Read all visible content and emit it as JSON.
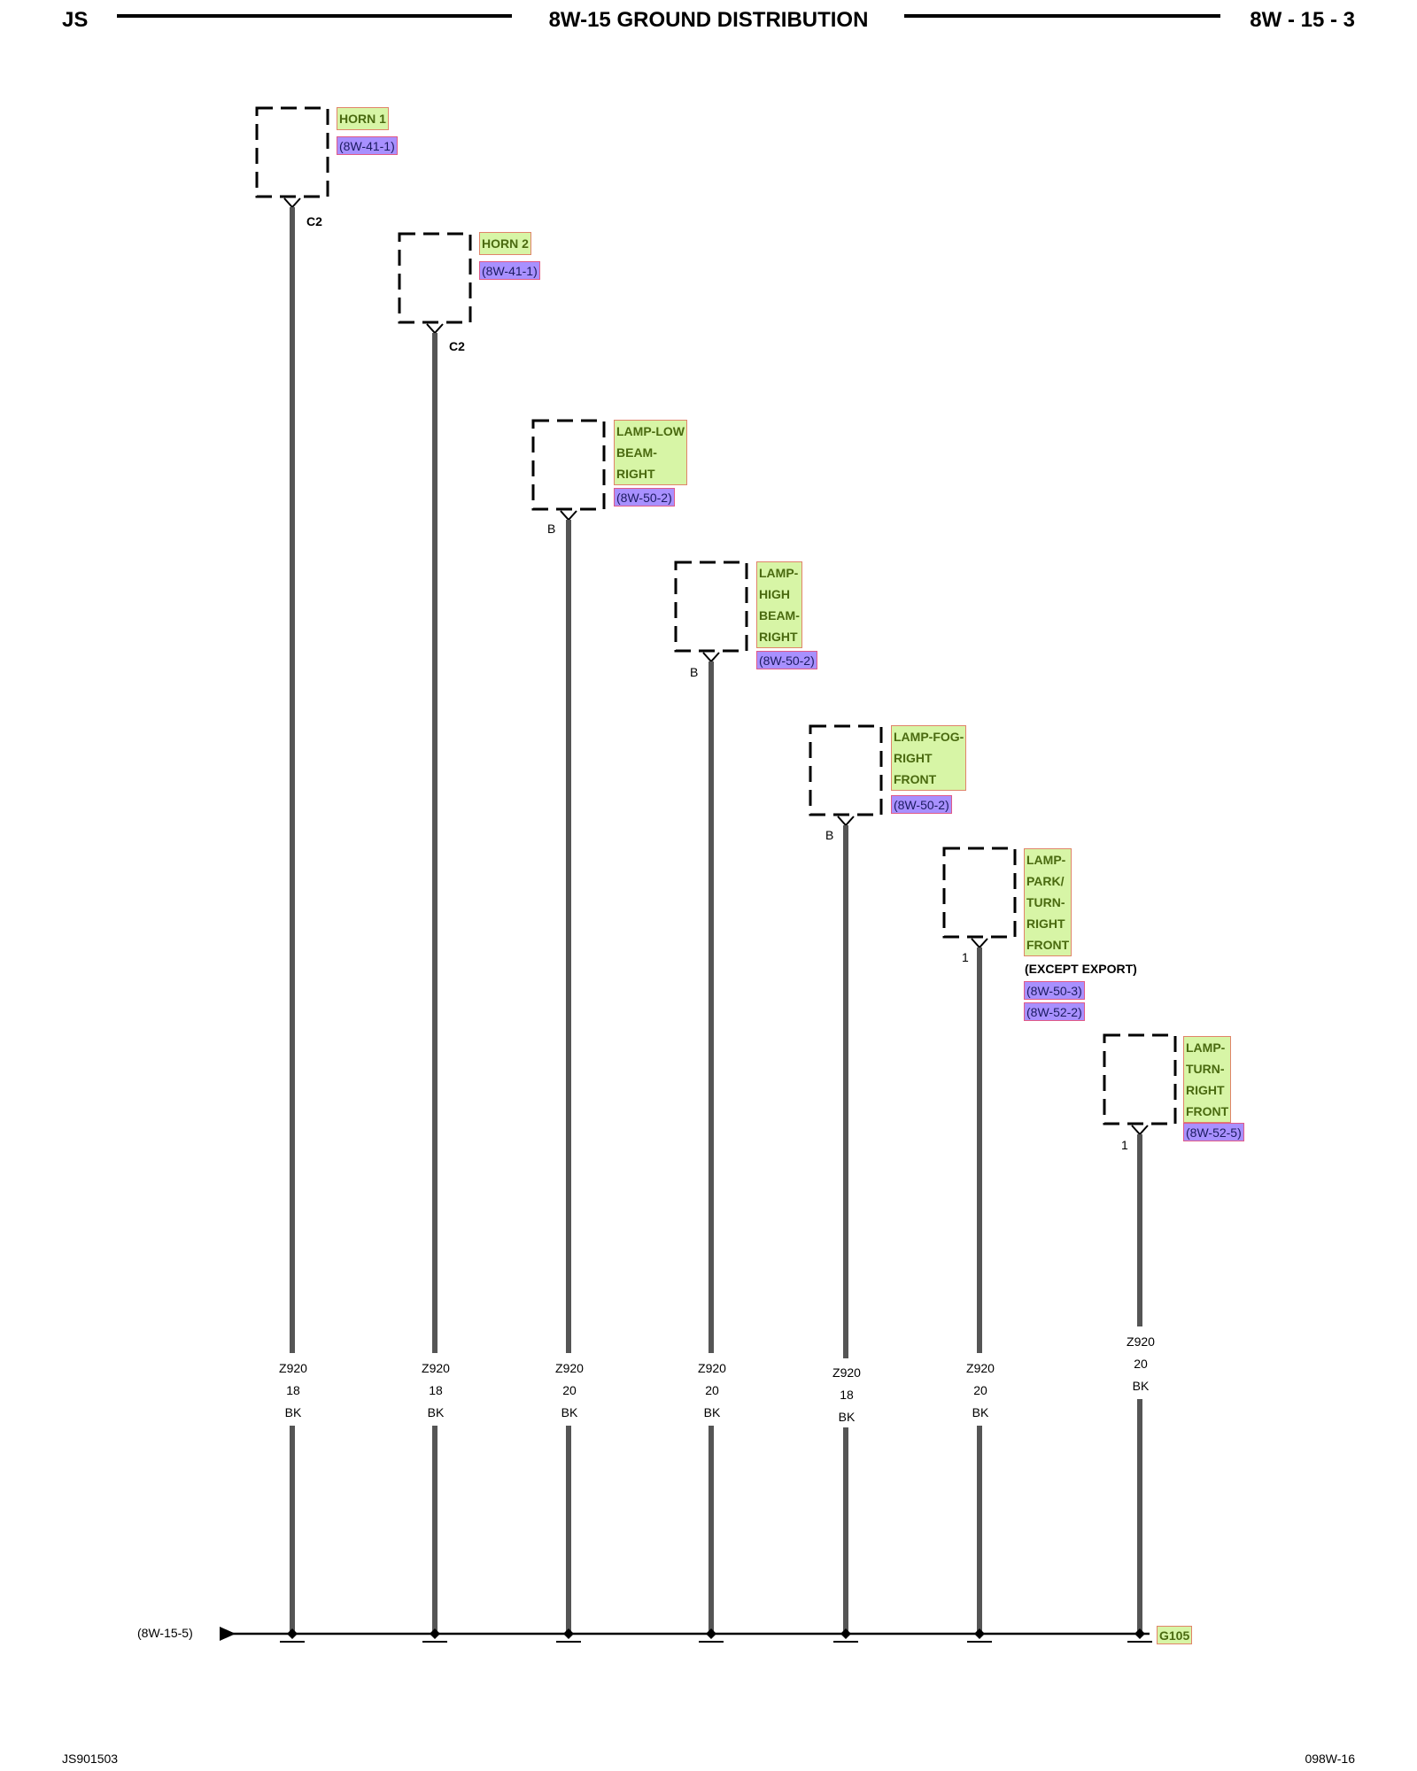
{
  "header": {
    "left": "JS",
    "title": "8W-15 GROUND DISTRIBUTION",
    "right": "8W - 15 - 3"
  },
  "branches": [
    {
      "component": "HORN 1",
      "refs": [
        "(8W-41-1)"
      ],
      "pin": "C2",
      "wire": {
        "circuit": "Z920",
        "gauge": "18",
        "color": "BK"
      }
    },
    {
      "component": "HORN 2",
      "refs": [
        "(8W-41-1)"
      ],
      "pin": "C2",
      "wire": {
        "circuit": "Z920",
        "gauge": "18",
        "color": "BK"
      }
    },
    {
      "component": "LAMP-LOW\nBEAM-\nRIGHT",
      "refs": [
        "(8W-50-2)"
      ],
      "pin": "B",
      "wire": {
        "circuit": "Z920",
        "gauge": "20",
        "color": "BK"
      }
    },
    {
      "component": "LAMP-\nHIGH\nBEAM-\nRIGHT",
      "refs": [
        "(8W-50-2)"
      ],
      "pin": "B",
      "wire": {
        "circuit": "Z920",
        "gauge": "20",
        "color": "BK"
      }
    },
    {
      "component": "LAMP-FOG-\nRIGHT\nFRONT",
      "refs": [
        "(8W-50-2)"
      ],
      "pin": "B",
      "wire": {
        "circuit": "Z920",
        "gauge": "18",
        "color": "BK"
      }
    },
    {
      "component": "LAMP-\nPARK/\nTURN-\nRIGHT\nFRONT",
      "note": "(EXCEPT EXPORT)",
      "refs": [
        "(8W-50-3)",
        "(8W-52-2)"
      ],
      "pin": "1",
      "wire": {
        "circuit": "Z920",
        "gauge": "20",
        "color": "BK"
      }
    },
    {
      "component": "LAMP-\nTURN-\nRIGHT\nFRONT",
      "refs": [
        "(8W-52-5)"
      ],
      "pin": "1",
      "wire": {
        "circuit": "Z920",
        "gauge": "20",
        "color": "BK"
      }
    }
  ],
  "bus": {
    "from_ref": "(8W-15-5)",
    "ground": "G105"
  },
  "footer": {
    "left": "JS901503",
    "right": "098W-16"
  },
  "colors": {
    "component_fill": "#d7f5a6",
    "component_border": "#e0846a",
    "component_text": "#4a6a10",
    "ref_fill": "#a890ff",
    "ref_border": "#e05a88",
    "wire": "#555555"
  }
}
